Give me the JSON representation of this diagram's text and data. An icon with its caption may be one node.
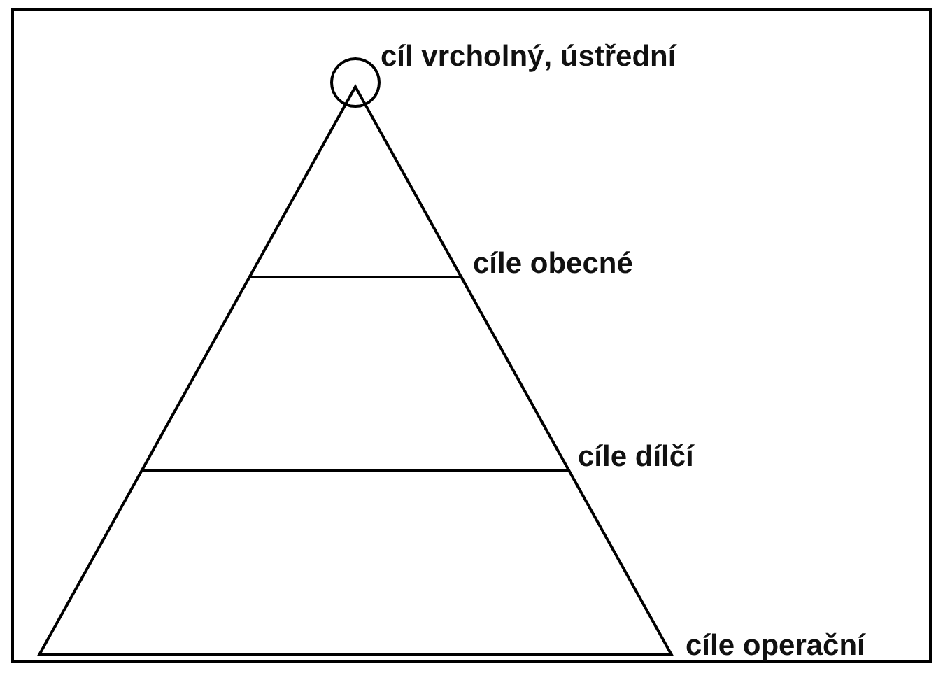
{
  "diagram": {
    "labels": [
      "cíl vrcholný, ústřední",
      "cíle obecné",
      "cíle dílčí",
      "cíle operační"
    ]
  }
}
